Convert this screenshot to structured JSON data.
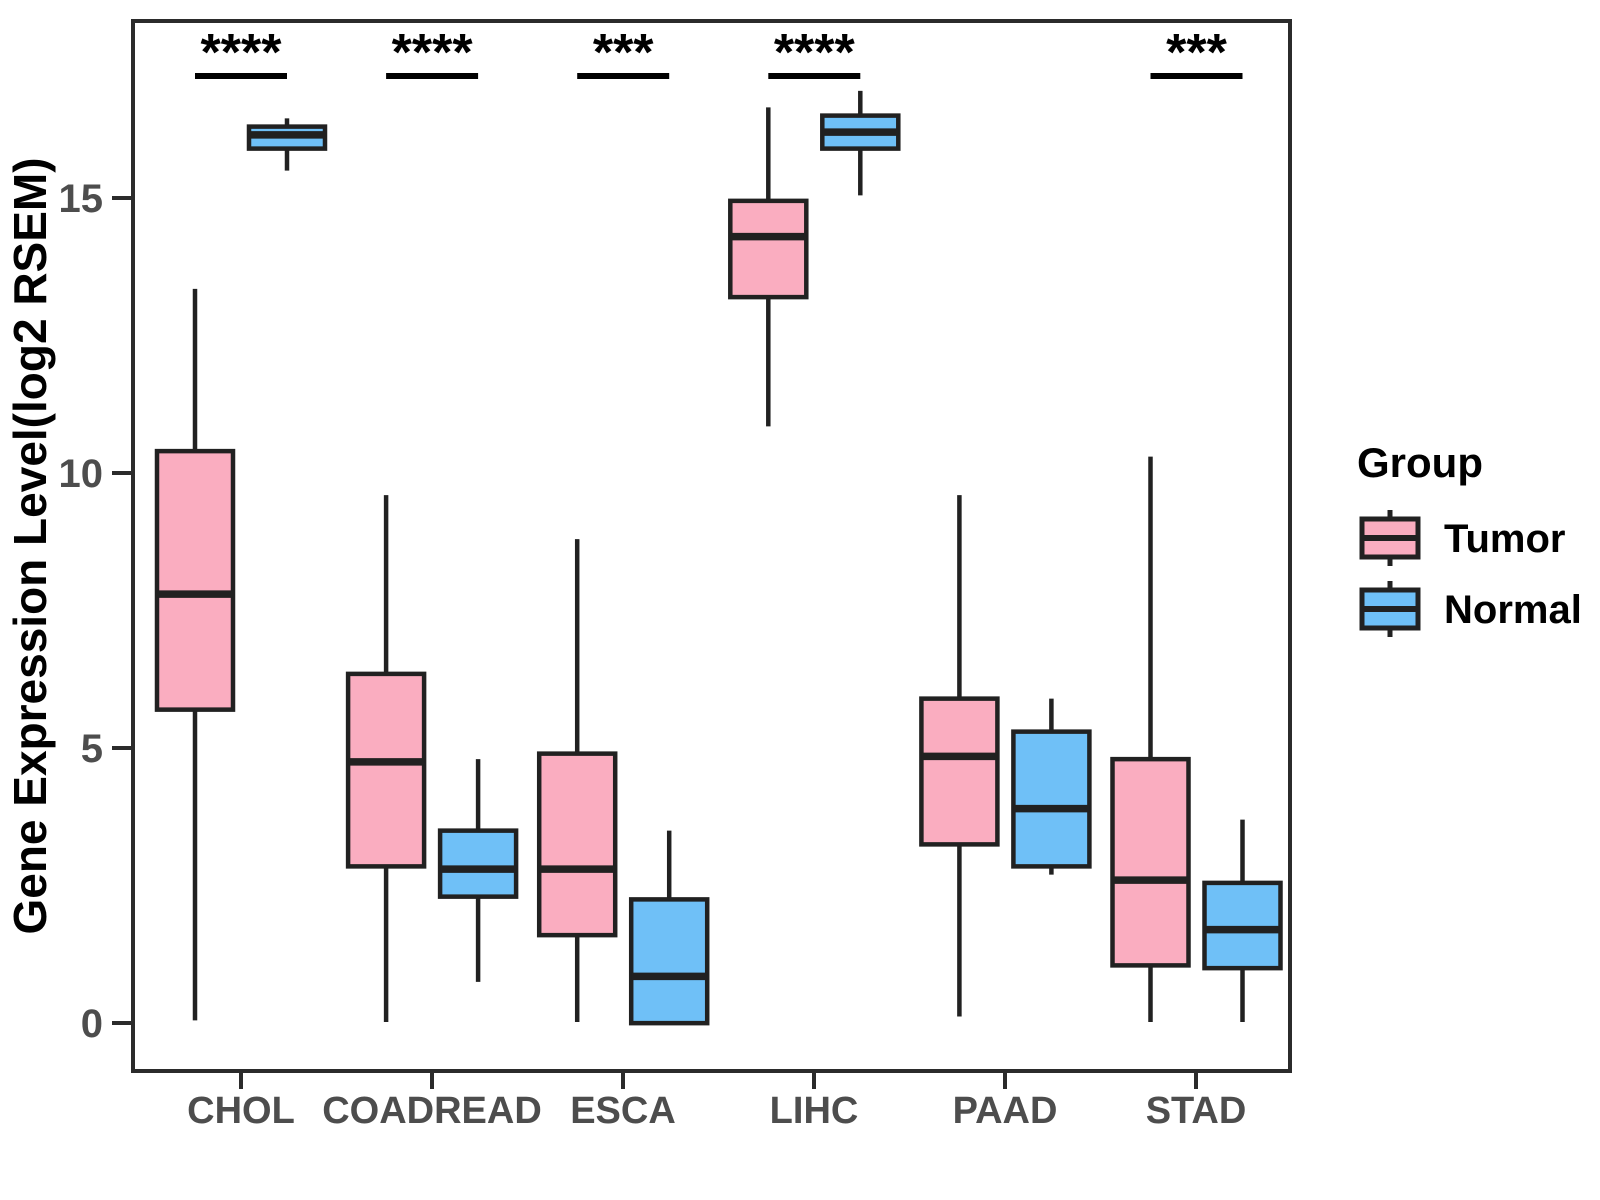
{
  "style": {
    "tumor_color": "#FAADC0",
    "normal_color": "#6FC0F7",
    "box_line_color": "#212121",
    "axis_color": "#2B2B2B",
    "tick_label_color": "#4D4D4D",
    "significance_color": "#000000",
    "background": "#FFFFFF"
  },
  "chart_data": {
    "type": "boxplot",
    "title": "",
    "xlabel": "",
    "ylabel": "Gene Expression Level(log2 RSEM)",
    "ylim": [
      -0.87,
      18.22
    ],
    "yticks": [
      0,
      5,
      10,
      15
    ],
    "ytick_labels": [
      "0",
      "5",
      "10",
      "15"
    ],
    "categories": [
      "CHOL",
      "COADREAD",
      "ESCA",
      "LIHC",
      "PAAD",
      "STAD"
    ],
    "significance": [
      "****",
      "****",
      "***",
      "****",
      "",
      "***"
    ],
    "grid": "off",
    "legend": {
      "title": "Group",
      "position": "right"
    },
    "series": [
      {
        "name": "Tumor",
        "color": "#FAADC0",
        "boxes": [
          {
            "whislo": 0.05,
            "q1": 5.7,
            "med": 7.8,
            "q3": 10.4,
            "whishi": 13.35
          },
          {
            "whislo": 0.02,
            "q1": 2.85,
            "med": 4.75,
            "q3": 6.35,
            "whishi": 9.6
          },
          {
            "whislo": 0.02,
            "q1": 1.6,
            "med": 2.8,
            "q3": 4.9,
            "whishi": 8.8
          },
          {
            "whislo": 10.85,
            "q1": 13.2,
            "med": 14.3,
            "q3": 14.95,
            "whishi": 16.65
          },
          {
            "whislo": 0.12,
            "q1": 3.25,
            "med": 4.85,
            "q3": 5.9,
            "whishi": 9.6
          },
          {
            "whislo": 0.02,
            "q1": 1.05,
            "med": 2.6,
            "q3": 4.8,
            "whishi": 10.3
          }
        ]
      },
      {
        "name": "Normal",
        "color": "#6FC0F7",
        "boxes": [
          {
            "whislo": 15.5,
            "q1": 15.9,
            "med": 16.15,
            "q3": 16.3,
            "whishi": 16.45
          },
          {
            "whislo": 0.75,
            "q1": 2.3,
            "med": 2.8,
            "q3": 3.5,
            "whishi": 4.8
          },
          {
            "whislo": 0.0,
            "q1": 0.0,
            "med": 0.85,
            "q3": 2.25,
            "whishi": 3.5
          },
          {
            "whislo": 15.05,
            "q1": 15.9,
            "med": 16.2,
            "q3": 16.5,
            "whishi": 16.95
          },
          {
            "whislo": 2.7,
            "q1": 2.85,
            "med": 3.9,
            "q3": 5.3,
            "whishi": 5.9
          },
          {
            "whislo": 0.02,
            "q1": 1.0,
            "med": 1.7,
            "q3": 2.55,
            "whishi": 3.7
          }
        ]
      }
    ]
  }
}
